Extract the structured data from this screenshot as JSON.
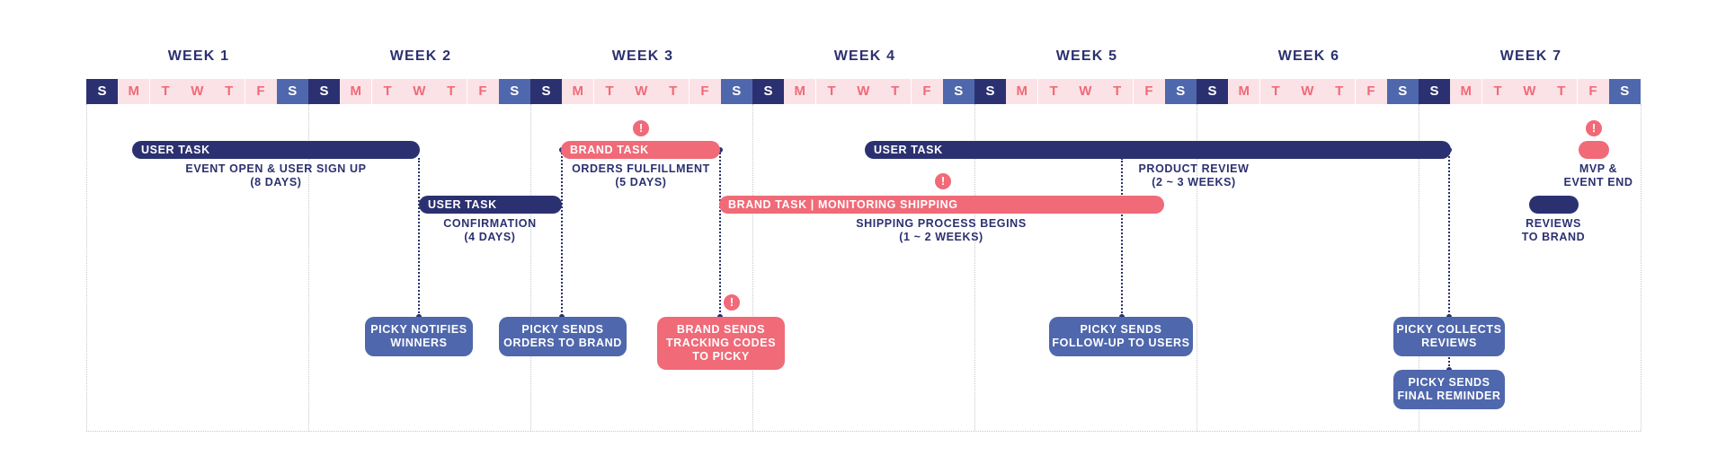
{
  "weeks": [
    "WEEK 1",
    "WEEK 2",
    "WEEK 3",
    "WEEK 4",
    "WEEK 5",
    "WEEK 6",
    "WEEK 7"
  ],
  "days": [
    "S",
    "M",
    "T",
    "W",
    "T",
    "F",
    "S"
  ],
  "colors": {
    "navy": "#2b3170",
    "blue": "#4f67ac",
    "pink": "#f06a78",
    "light_pink": "#fbe2e6"
  },
  "bars": {
    "user_task_1": "USER TASK",
    "user_task_2": "USER TASK",
    "brand_task_1": "BRAND TASK",
    "user_task_3": "USER TASK",
    "brand_task_monitoring": "BRAND TASK | MONITORING SHIPPING"
  },
  "captions": {
    "event_open": [
      "EVENT OPEN & USER SIGN UP",
      "(8 DAYS)"
    ],
    "confirmation": [
      "CONFIRMATION",
      "(4 DAYS)"
    ],
    "orders_fulfillment": [
      "ORDERS FULFILLMENT",
      "(5 DAYS)"
    ],
    "shipping": [
      "SHIPPING PROCESS BEGINS",
      "(1 ~ 2 WEEKS)"
    ],
    "product_review": [
      "PRODUCT REVIEW",
      "(2 ~ 3 WEEKS)"
    ],
    "mvp_end": [
      "MVP &",
      "EVENT END"
    ],
    "reviews_brand": [
      "REVIEWS",
      "TO BRAND"
    ]
  },
  "boxes": {
    "picky_notifies": [
      "PICKY NOTIFIES",
      "WINNERS"
    ],
    "picky_sends_orders": [
      "PICKY SENDS",
      "ORDERS TO BRAND"
    ],
    "brand_sends_codes": [
      "BRAND SENDS",
      "TRACKING CODES",
      "TO PICKY"
    ],
    "picky_followup": [
      "PICKY SENDS",
      "FOLLOW-UP TO USERS"
    ],
    "picky_collects": [
      "PICKY COLLECTS",
      "REVIEWS"
    ],
    "picky_final": [
      "PICKY SENDS",
      "FINAL REMINDER"
    ]
  },
  "alert_icon": "!"
}
